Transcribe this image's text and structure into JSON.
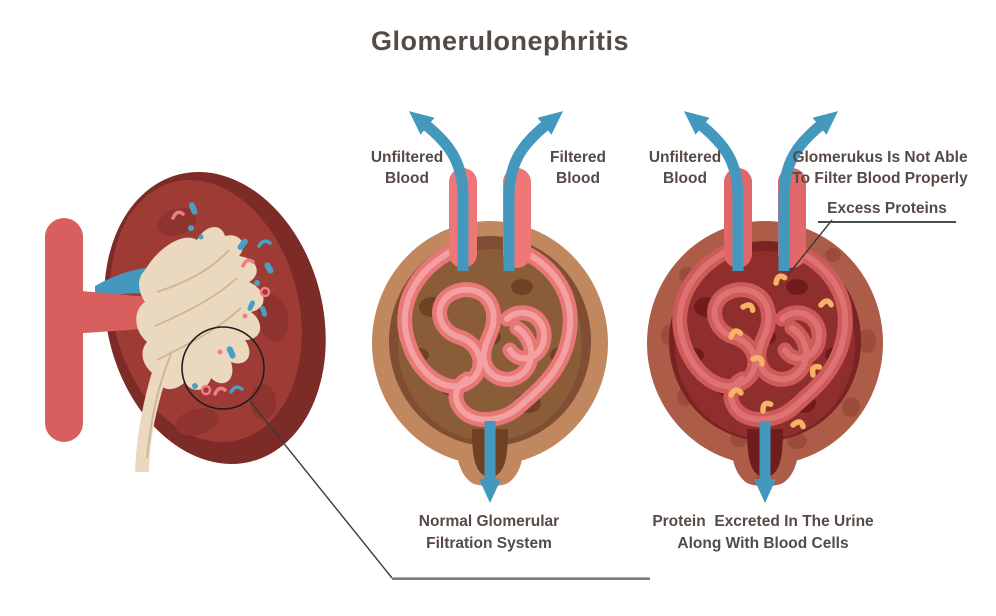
{
  "header": {
    "title": "Glomerulonephritis"
  },
  "normal_diagram": {
    "left_label": "Unfiltered\nBlood",
    "right_label": "Filtered\nBlood",
    "caption": "Normal Glomerular\nFiltration System"
  },
  "diseased_diagram": {
    "left_label": "Unfiltered\nBlood",
    "right_label": "Glomerukus Is Not Able\nTo Filter Blood Properly",
    "callout": "Excess Proteins",
    "caption": "Protein  Excreted In The Urine\nAlong With Blood Cells"
  },
  "palette": {
    "text": "#564a45",
    "flow_blue": "#4498be",
    "vessel_pink": "#ee7878",
    "capsule_tan": "#c1885f",
    "capsule_brown": "#7f4e33",
    "interior_brown": "#8a5c38",
    "coil_pink": "#e87878",
    "diseased_capsule": "#ad5c48",
    "diseased_interior": "#902e2e",
    "diseased_coil": "#cf5a5a",
    "protein_yellow": "#f3b264",
    "kidney_dark": "#7c2b26",
    "kidney_body": "#9e3b35",
    "pelvis_cream": "#ead9bf",
    "artery_red": "#d95f5e"
  }
}
